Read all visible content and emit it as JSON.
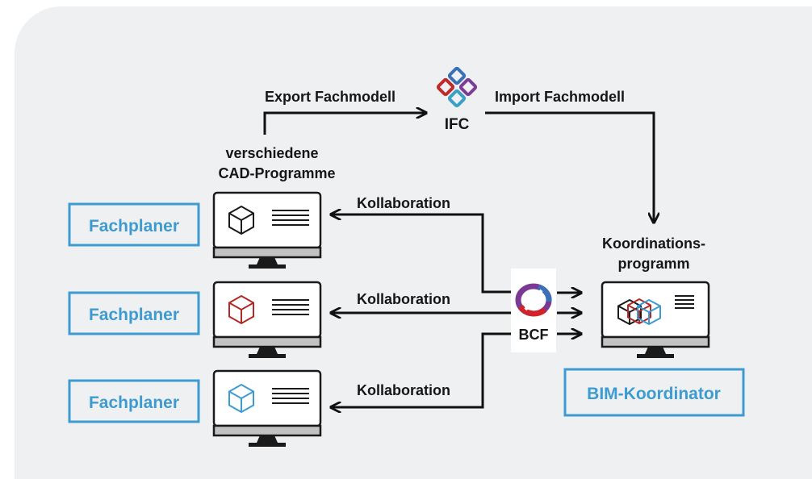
{
  "colors": {
    "accent": "#3d9bd1",
    "red": "#b22a25",
    "dark": "#1a1a1a",
    "background": "#eff0f1"
  },
  "ifc": {
    "export_label": "Export Fachmodell",
    "import_label": "Import Fachmodell",
    "logo_label": "IFC",
    "logo_icon": "ifc-logo-icon"
  },
  "cad_programs_label": [
    "verschiedene",
    "CAD-Programme"
  ],
  "coordination_program_label": [
    "Koordinations-",
    "programm"
  ],
  "bcf": {
    "logo_label": "BCF",
    "logo_icon": "bcf-logo-icon"
  },
  "planners": [
    {
      "role": "Fachplaner",
      "collab_label": "Kollaboration",
      "cube_color": "#1a1a1a"
    },
    {
      "role": "Fachplaner",
      "collab_label": "Kollaboration",
      "cube_color": "#b22a25"
    },
    {
      "role": "Fachplaner",
      "collab_label": "Kollaboration",
      "cube_color": "#3d9bd1"
    }
  ],
  "coordinator": {
    "role": "BIM-Koordinator"
  }
}
